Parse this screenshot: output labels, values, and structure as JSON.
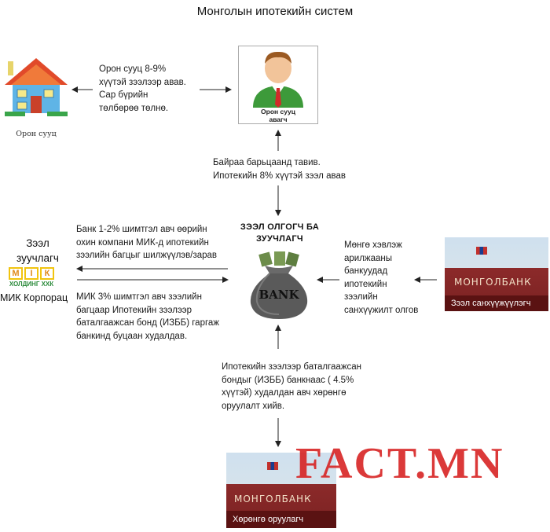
{
  "title": "Монголын ипотекийн систем",
  "house": {
    "caption": "Орон сууц"
  },
  "step_top_left": {
    "lines": [
      "Орон сууц 8-9%",
      "хүүтэй зээлээр авав.",
      "Сар бүрийн",
      "төлбөрөө төлнө."
    ]
  },
  "borrower": {
    "caption_line1": "Орон сууц",
    "caption_line2": "авагч"
  },
  "step_collateral": {
    "lines": [
      "Байраа барьцаанд тавив.",
      "Ипотекийн 8% хүүтэй зээл авав"
    ]
  },
  "bank": {
    "title_line1": "ЗЭЭЛ ОЛГОГЧ БА",
    "title_line2": "ЗУУЧЛАГЧ",
    "bag_label": "BANK"
  },
  "step_left_upper": {
    "lines": [
      "Банк 1-2% шимтгэл авч  өөрийн",
      "охин компани МИК-д ипотекийн",
      "зээлийн багцыг шилжүүлэв/зарав"
    ]
  },
  "step_left_lower": {
    "lines": [
      "МИК 3% шимтгэл авч зээлийн",
      "багцаар Ипотекийн зээлээр",
      "баталгаажсан бонд (ИЗББ) гаргаж",
      "банкинд буцаан худалдав."
    ]
  },
  "intermediary": {
    "title_line1": "Зээл",
    "title_line2": "зуучлагч",
    "logo_letters": [
      "М",
      "І",
      "К"
    ],
    "logo_sub": "ХОЛДИНГ ХХК",
    "corp_name": "МИК Корпорац"
  },
  "step_right": {
    "lines": [
      "Мөнгө хэвлэж",
      "арилжааны",
      "банкуудад",
      "ипотекийн",
      "зээлийн",
      "санхүүжилт олгов"
    ]
  },
  "mongolbank_right": {
    "name": "МОНГОЛБАНК",
    "strip": "Зээл санхүүжүүлэгч"
  },
  "step_bottom": {
    "lines": [
      "Ипотекийн зээлээр баталгаажсан",
      "бондыг (ИЗББ) банкнаас ( 4.5%",
      "хүүтэй) худалдан авч хөрөнгө",
      "оруулалт хийв."
    ]
  },
  "mongolbank_bottom": {
    "name": "МОНГОЛБАНК",
    "strip": "Хөрөнгө оруулагч"
  },
  "watermark": "FACT.MN"
}
